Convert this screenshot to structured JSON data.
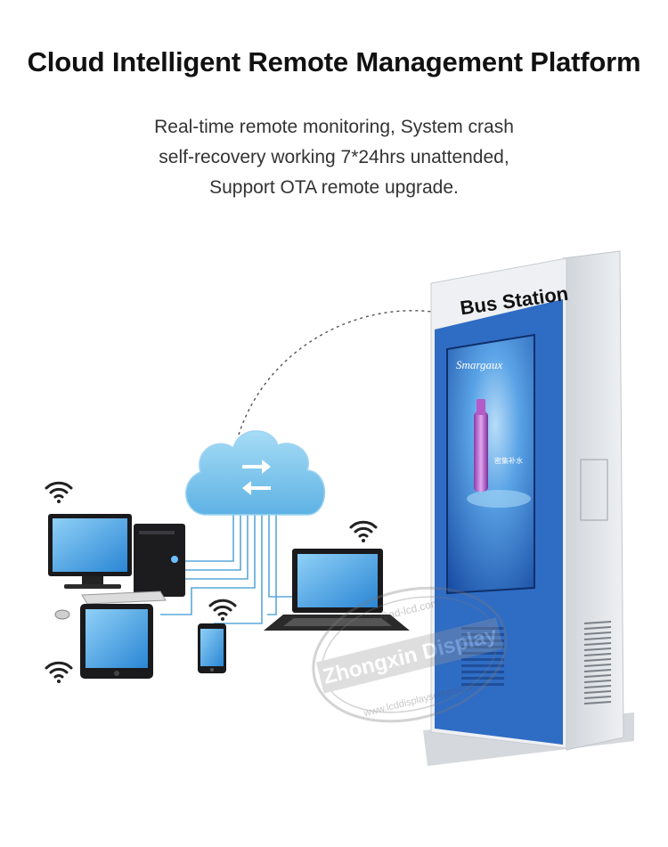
{
  "title": "Cloud Intelligent Remote Management Platform",
  "description": {
    "line1": "Real-time remote monitoring, System crash",
    "line2": "self-recovery working 7*24hrs unattended,",
    "line3": "Support OTA remote upgrade."
  },
  "kiosk": {
    "header_label": "Bus  Station",
    "screen_brand": "Smargaux",
    "screen_tagline": "密集补水"
  },
  "watermark": {
    "top_text": "sale@ad-lcd.com",
    "main_text": "Zhongxin Display",
    "bottom_text": "www.lcddisplayscreen.com"
  },
  "colors": {
    "cloud": "#7cc6ec",
    "kiosk_blue": "#2f6cc4",
    "kiosk_frame": "#e9ecf0",
    "screen_bg": "#1f5fb6",
    "network_line": "#5aa8d8"
  }
}
